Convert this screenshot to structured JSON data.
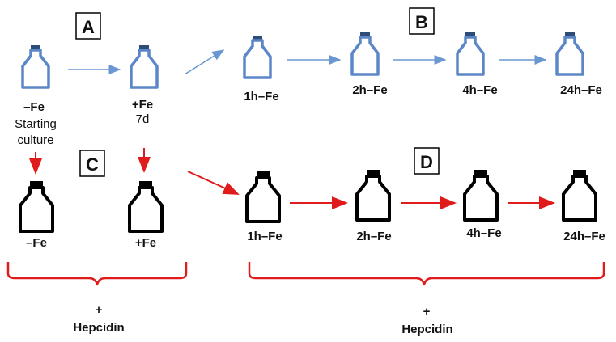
{
  "panels": {
    "a": {
      "letter": "A"
    },
    "b": {
      "letter": "B"
    },
    "c": {
      "letter": "C"
    },
    "d": {
      "letter": "D"
    }
  },
  "top_row": {
    "start": {
      "label": "–Fe",
      "caption_1": "Starting",
      "caption_2": "culture"
    },
    "loaded": {
      "label": "+Fe",
      "caption": "7d"
    },
    "timepoints": [
      "1h–Fe",
      "2h–Fe",
      "4h–Fe",
      "24h–Fe"
    ]
  },
  "bottom_row": {
    "control_minus": "–Fe",
    "control_plus": "+Fe",
    "timepoints": [
      "1h–Fe",
      "2h–Fe",
      "4h–Fe",
      "24h–Fe"
    ]
  },
  "treatment": {
    "left": {
      "plus": "+",
      "label": "Hepcidin"
    },
    "right": {
      "plus": "+",
      "label": "Hepcidin"
    }
  },
  "colors": {
    "blue_bottle": "#5b87c7",
    "blue_cap": "#2e4c7a",
    "black_bottle": "#000000",
    "red_arrow": "#e01b1b",
    "blue_arrow": "#6a97d2"
  }
}
